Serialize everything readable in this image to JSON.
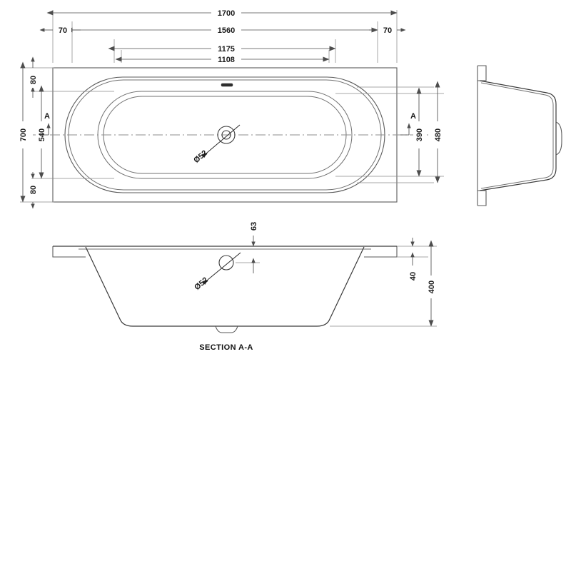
{
  "document": {
    "type": "technical-drawing",
    "subject": "rectangular double-ended bath",
    "units": "mm",
    "line_color": "#5a5a5a",
    "dimension_color": "#4d4d4d",
    "text_color": "#1a1a1a"
  },
  "plan_view": {
    "name": "plan-view",
    "dimensions": {
      "overall_length": "1700",
      "inner_length": "1560",
      "bowl_length_outer": "1175",
      "bowl_length_inner": "1108",
      "left_margin": "70",
      "right_margin": "70",
      "overall_width": "700",
      "inner_width": "540",
      "top_margin": "80",
      "bottom_margin": "80",
      "bowl_width_inner": "390",
      "bowl_width_outer": "480"
    },
    "waste": {
      "label": "Ø52"
    },
    "section_markers": {
      "left": "A",
      "right": "A"
    }
  },
  "side_view": {
    "name": "side-elevation-view"
  },
  "section_view": {
    "name": "section-a-a-view",
    "title": "SECTION A-A",
    "dimensions": {
      "waste_offset": "63",
      "rim_thickness": "40",
      "overall_depth": "400"
    },
    "waste": {
      "label": "Ø52"
    }
  }
}
